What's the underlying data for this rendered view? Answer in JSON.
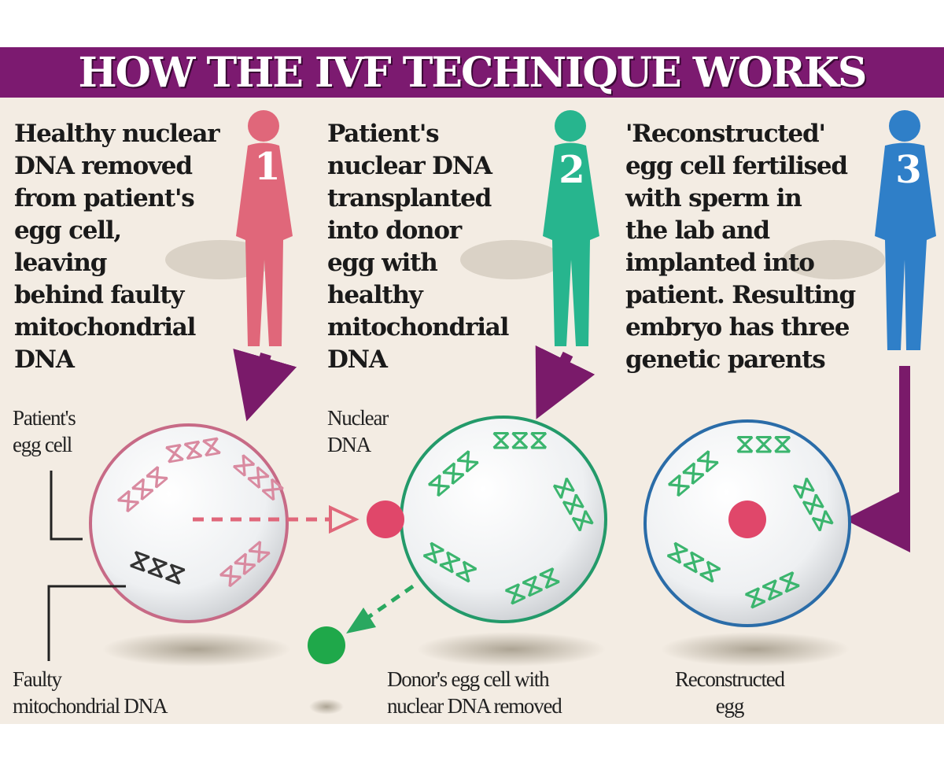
{
  "title": "HOW THE IVF TECHNIQUE WORKS",
  "steps": [
    {
      "number": "1",
      "text": "Healthy nuclear\nDNA removed\nfrom patient's\negg cell,\nleaving\nbehind faulty\nmitochondrial\nDNA",
      "color": "#e0677a"
    },
    {
      "number": "2",
      "text": "Patient's\nnuclear DNA\ntransplanted\ninto donor\negg with\nhealthy\nmitochondrial\nDNA",
      "color": "#27b58e"
    },
    {
      "number": "3",
      "text": "'Reconstructed'\negg cell fertilised\nwith sperm in\nthe lab and\nimplanted into\npatient. Resulting\nembryo has three\ngenetic parents",
      "color": "#2f7fc8"
    }
  ],
  "labels": {
    "patients_egg": "Patient's\negg cell",
    "nuclear_dna": "Nuclear\nDNA",
    "faulty_mito": "Faulty\nmitochondrial DNA",
    "donor_egg": "Donor's egg cell with\nnuclear DNA removed",
    "reconstructed": "Reconstructed\negg"
  },
  "colors": {
    "banner": "#7c1a70",
    "background": "#f3ece3",
    "arrow": "#7a1a6a"
  }
}
